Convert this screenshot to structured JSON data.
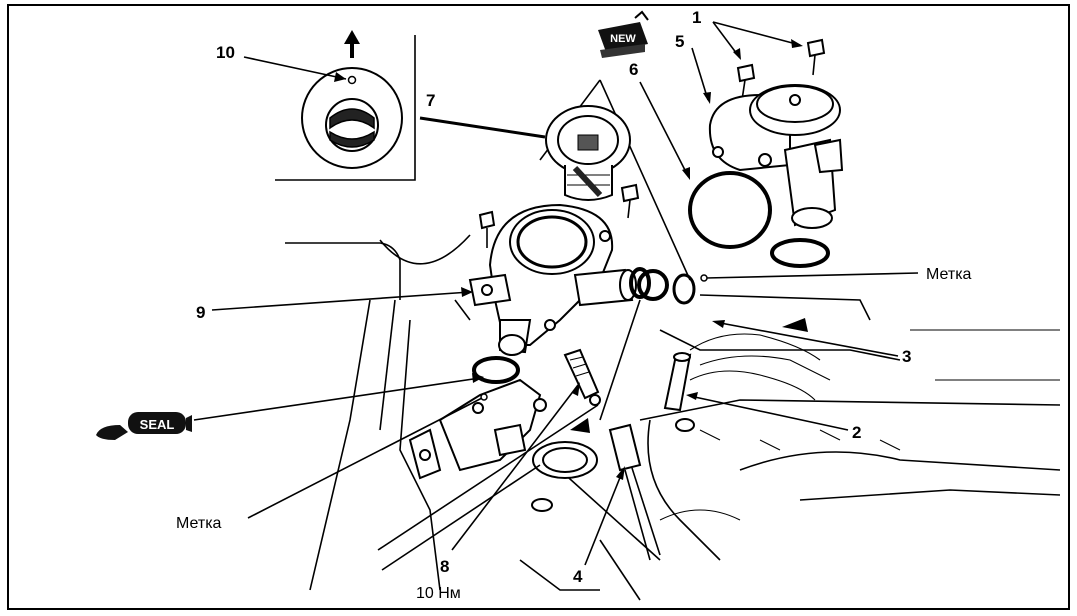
{
  "labels": {
    "l1": "1",
    "l2": "2",
    "l3": "3",
    "l4": "4",
    "l5": "5",
    "l6": "6",
    "l7": "7",
    "l8": "8",
    "l9": "9",
    "l10": "10",
    "mark_right": "Метка",
    "mark_left": "Метка",
    "torque": "10 Нм"
  },
  "badges": {
    "new": "NEW",
    "seal": "SEAL"
  }
}
